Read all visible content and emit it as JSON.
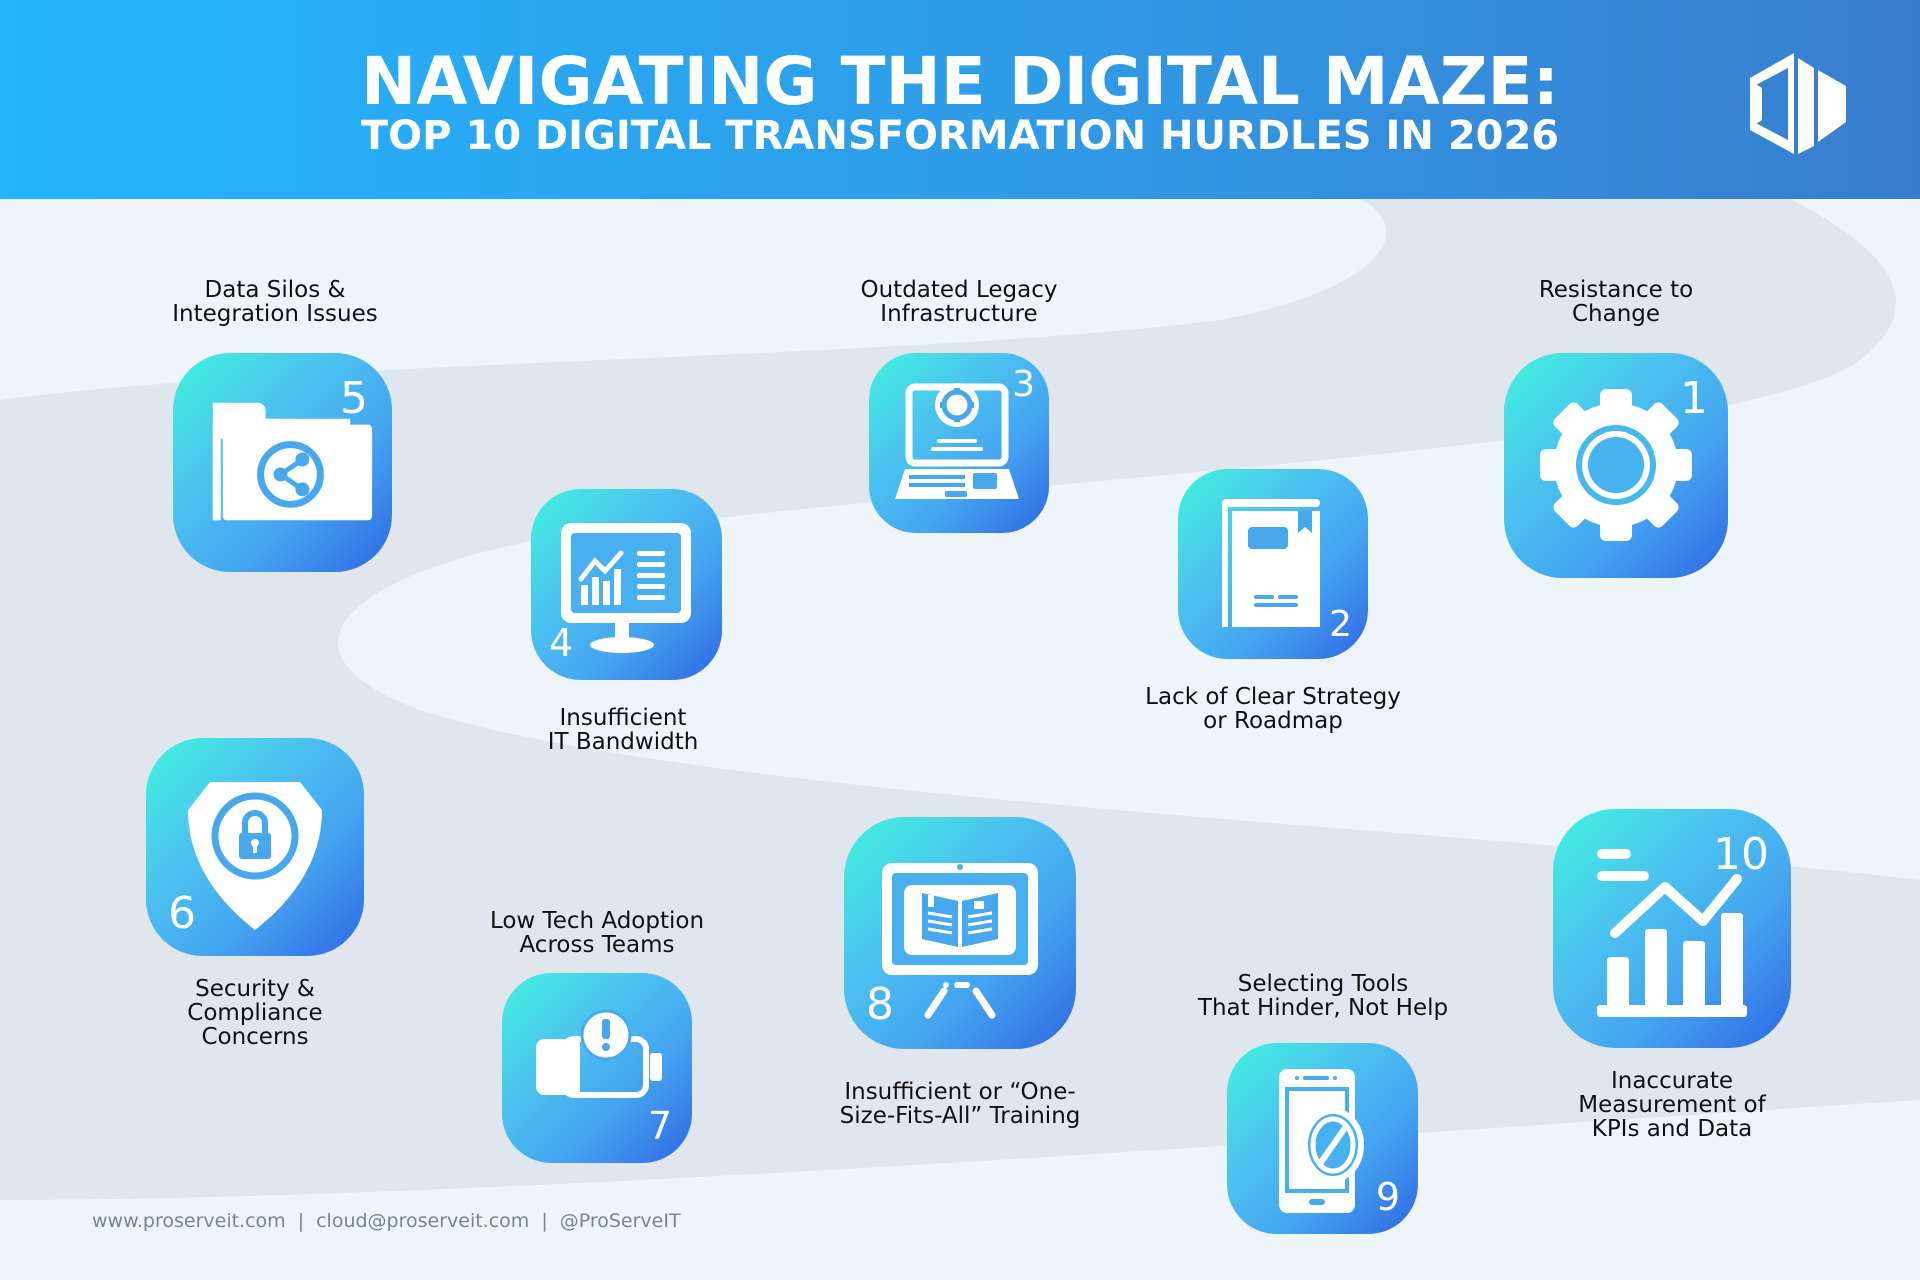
{
  "header": {
    "title_line1": "NAVIGATING THE DIGITAL MAZE:",
    "title_line2": "TOP 10 DIGITAL TRANSFORMATION HURDLES IN 2026",
    "logo_icon": "proserveit-hexagon-logo"
  },
  "colors": {
    "header_gradient_start": "#24b5fd",
    "header_gradient_end": "#3a7dcf",
    "card_gradient_start": "#41f4dd",
    "card_gradient_end": "#2f67e3",
    "background_light": "#eef5fa",
    "background_band": "#dfe6ed",
    "label_text": "#111111",
    "footer_text": "#7a8390"
  },
  "hurdles": [
    {
      "rank": "1",
      "label": "Resistance to\nChange",
      "icon": "gear-icon"
    },
    {
      "rank": "2",
      "label": "Lack of Clear Strategy\nor Roadmap",
      "icon": "book-icon"
    },
    {
      "rank": "3",
      "label": "Outdated Legacy\nInfrastructure",
      "icon": "laptop-gear-icon"
    },
    {
      "rank": "4",
      "label": "Insufficient\nIT Bandwidth",
      "icon": "monitor-chart-icon"
    },
    {
      "rank": "5",
      "label": "Data Silos &\nIntegration Issues",
      "icon": "folder-share-icon"
    },
    {
      "rank": "6",
      "label": "Security &\nCompliance\nConcerns",
      "icon": "shield-lock-icon"
    },
    {
      "rank": "7",
      "label": "Low Tech Adoption\nAcross Teams",
      "icon": "battery-alert-icon"
    },
    {
      "rank": "8",
      "label": "Insufficient or “One-\nSize-Fits-All” Training",
      "icon": "easel-book-icon"
    },
    {
      "rank": "9",
      "label": "Selecting Tools\nThat Hinder, Not Help",
      "icon": "phone-blocked-icon"
    },
    {
      "rank": "10",
      "label": "Inaccurate\nMeasurement of\nKPIs and Data",
      "icon": "bar-chart-trend-icon"
    }
  ],
  "footer": {
    "website": "www.proserveit.com",
    "email": "cloud@proserveit.com",
    "handle": "@ProServeIT",
    "separator": "|"
  }
}
